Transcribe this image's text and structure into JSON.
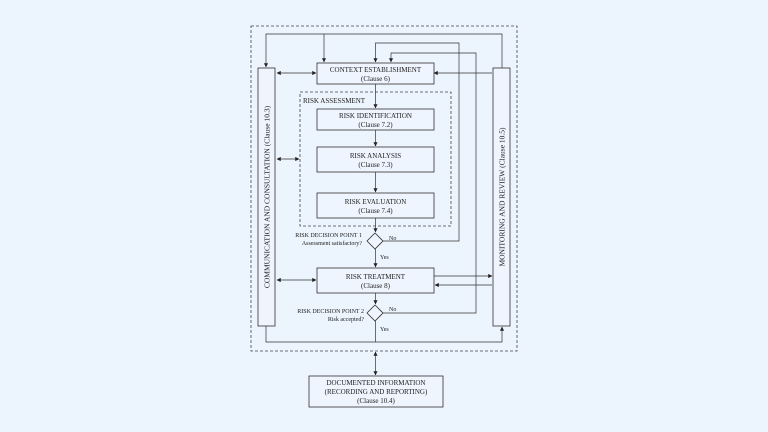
{
  "colors": {
    "background": "#ecf4fd",
    "box_fill": "#eef5fe",
    "stroke": "#333333"
  },
  "side_bars": {
    "communication": "COMMUNICATION AND CONSULTATION (Clause 10.3)",
    "monitoring": "MONITORING AND REVIEW (Clause 10.5)"
  },
  "boxes": {
    "context": {
      "title": "CONTEXT ESTABLISHMENT",
      "clause": "(Clause 6)"
    },
    "identification": {
      "title": "RISK IDENTIFICATION",
      "clause": "(Clause  7.2)"
    },
    "analysis": {
      "title": "RISK ANALYSIS",
      "clause": "(Clause 7.3)"
    },
    "evaluation": {
      "title": "RISK EVALUATION",
      "clause": "(Clause 7.4)"
    },
    "treatment": {
      "title": "RISK TREATMENT",
      "clause": "(Clause 8)"
    },
    "documented": {
      "line1": "DOCUMENTED INFORMATION",
      "line2": "(RECORDING AND REPORTING)",
      "line3": "(Clause 10.4)"
    }
  },
  "risk_assessment_label": "RISK ASSESSMENT",
  "decision_points": {
    "dp1": {
      "title": "RISK DECISION POINT 1",
      "question": "Assessment satisfactory?",
      "no": "No",
      "yes": "Yes"
    },
    "dp2": {
      "title": "RISK DECISION POINT 2",
      "question": "Risk accepted?",
      "no": "No",
      "yes": "Yes"
    }
  }
}
